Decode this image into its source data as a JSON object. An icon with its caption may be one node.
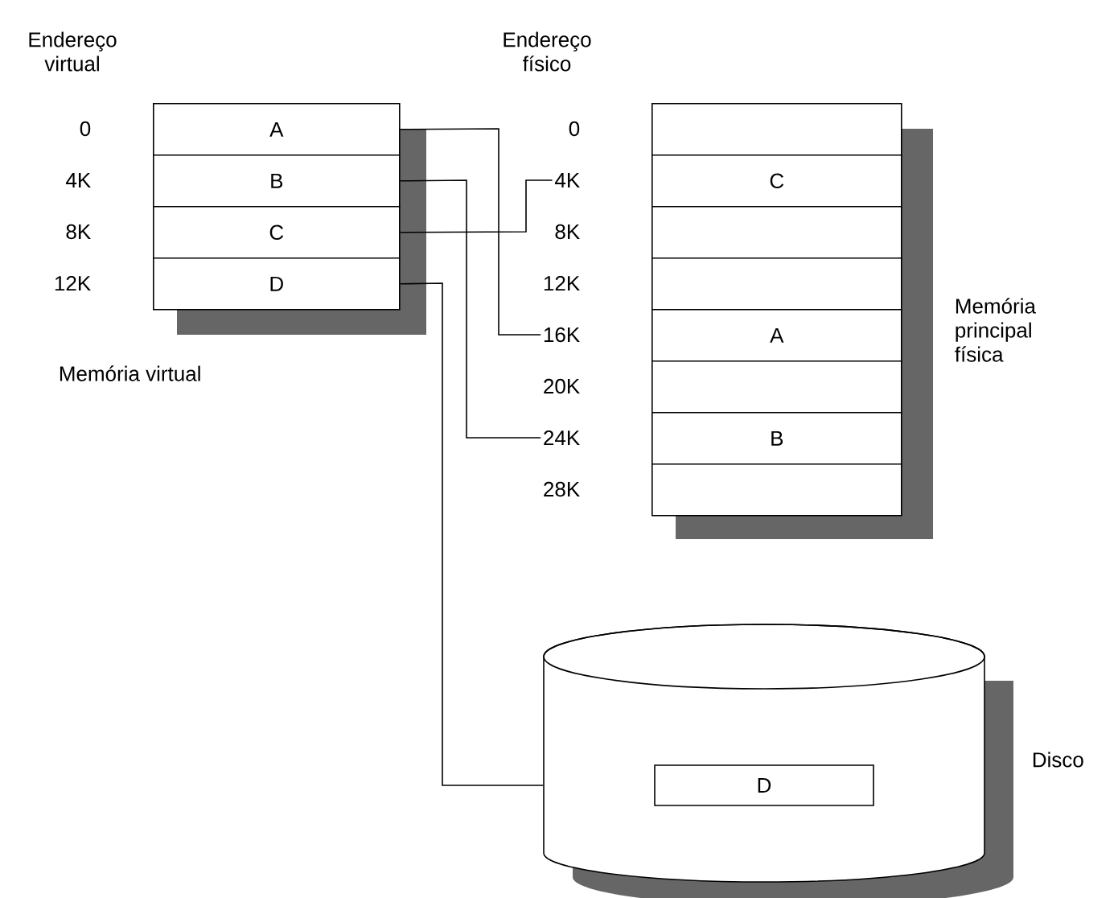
{
  "diagram": {
    "nodes": [
      {
        "text": [
          "A"
        ]
      },
      {
        "text": [
          "B"
        ]
      },
      {
        "text": [
          "C"
        ]
      },
      {
        "text": [
          "D"
        ]
      },
      {
        "text": [],
        "shape": "box"
      },
      {
        "text": [
          "C"
        ]
      },
      {
        "text": [],
        "shape": "box"
      },
      {
        "text": [],
        "shape": "box"
      },
      {
        "text": [
          "A"
        ]
      },
      {
        "text": [],
        "shape": "box"
      },
      {
        "text": [
          "B"
        ]
      },
      {
        "text": [],
        "shape": "box"
      },
      {
        "text": [
          "4K"
        ]
      },
      {
        "text": [
          "16K"
        ]
      },
      {
        "text": [
          "24K"
        ]
      },
      {
        "text": [],
        "shape": "cylinder",
        "beside": [
          "Disco"
        ]
      },
      {
        "text": [
          "D"
        ],
        "in": 15
      }
    ],
    "edges": [
      {
        "from": 0,
        "to": 13,
        "arrow": "none"
      },
      {
        "from": 1,
        "to": 14,
        "arrow": "none"
      },
      {
        "from": 2,
        "to": 12,
        "arrow": "none"
      },
      {
        "from": 3,
        "to": 15,
        "arrow": "none"
      }
    ],
    "labels": [
      "Endereço virtual",
      "Endereço físico",
      "0",
      "4K",
      "8K",
      "12K",
      "0",
      "8K",
      "12K",
      "20K",
      "28K",
      "Memória virtual",
      "Memória principal física"
    ]
  }
}
